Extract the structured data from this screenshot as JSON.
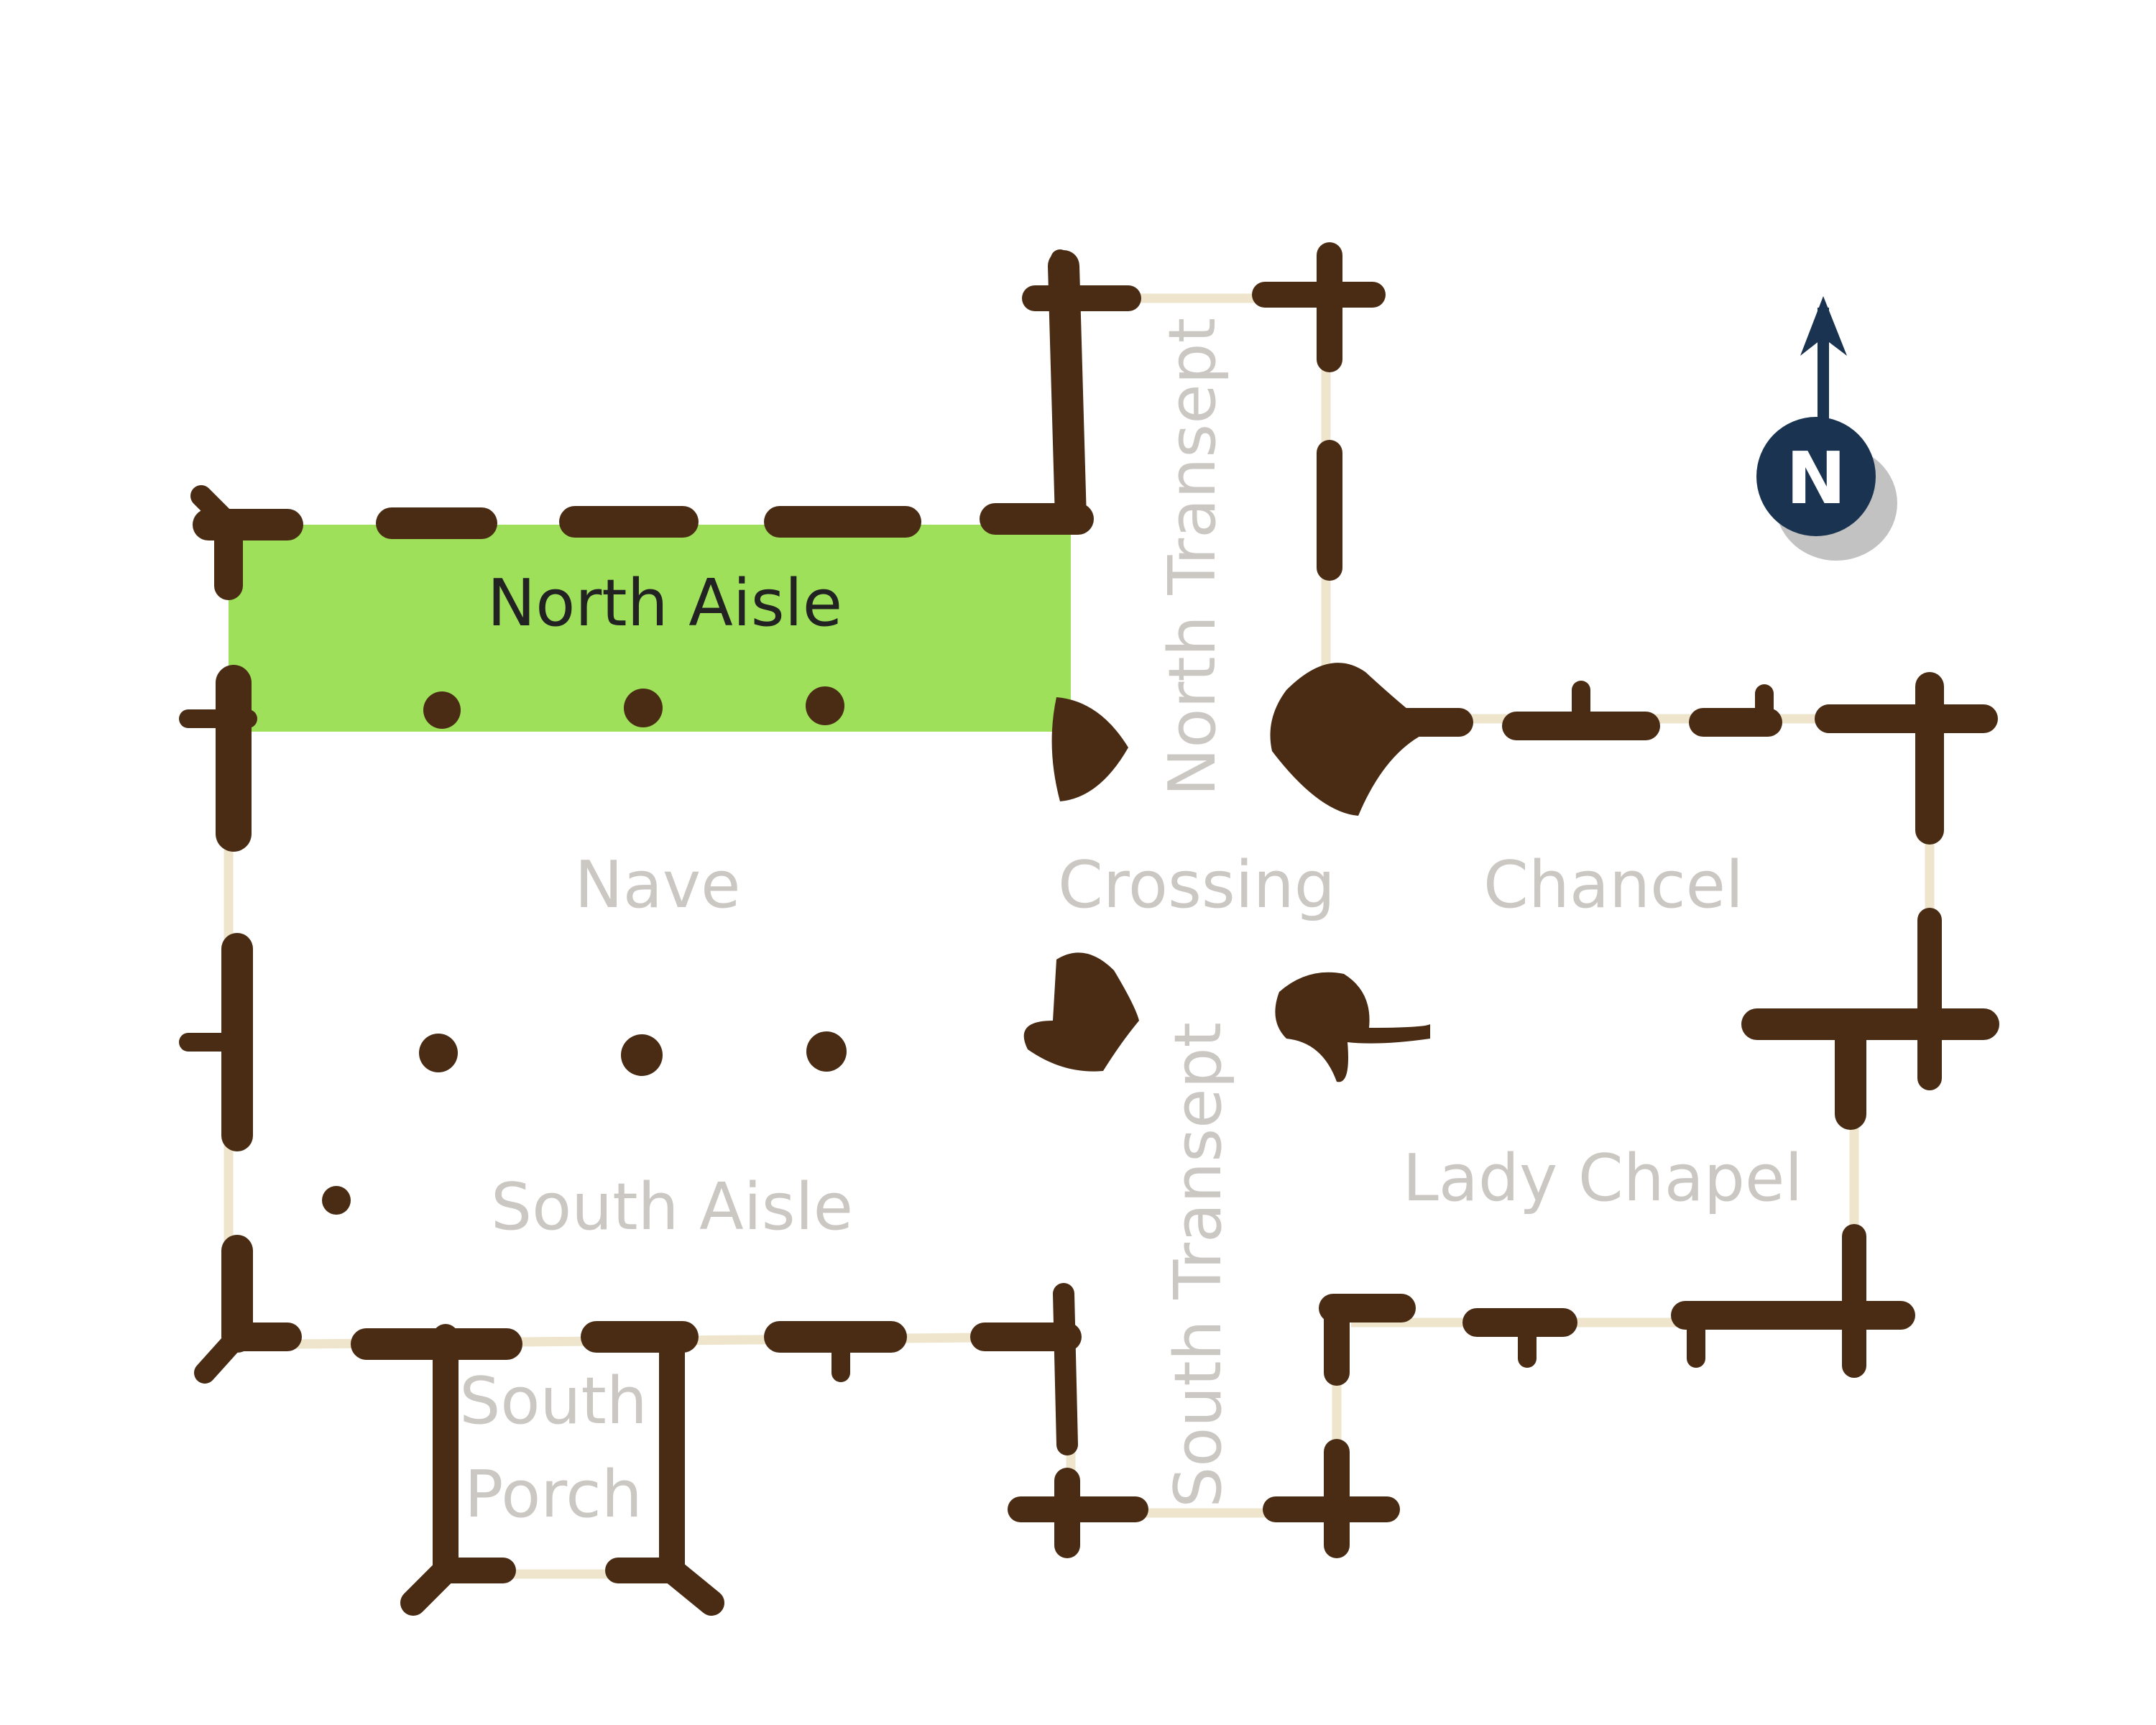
{
  "rooms": {
    "north_aisle": "North Aisle",
    "nave": "Nave",
    "crossing": "Crossing",
    "chancel": "Chancel",
    "north_transept": "North Transept",
    "south_transept": "South Transept",
    "south_aisle": "South Aisle",
    "lady_chapel": "Lady Chapel",
    "south_porch_line1": "South",
    "south_porch_line2": "Porch"
  },
  "highlight": {
    "room": "North Aisle",
    "color": "#9ee05a"
  },
  "compass": {
    "letter": "N",
    "color": "#1a3350"
  },
  "colors": {
    "wall": "#4a2c14",
    "window": "#eee5cc",
    "label": "#cbc8c4",
    "label_highlight": "#222222"
  }
}
